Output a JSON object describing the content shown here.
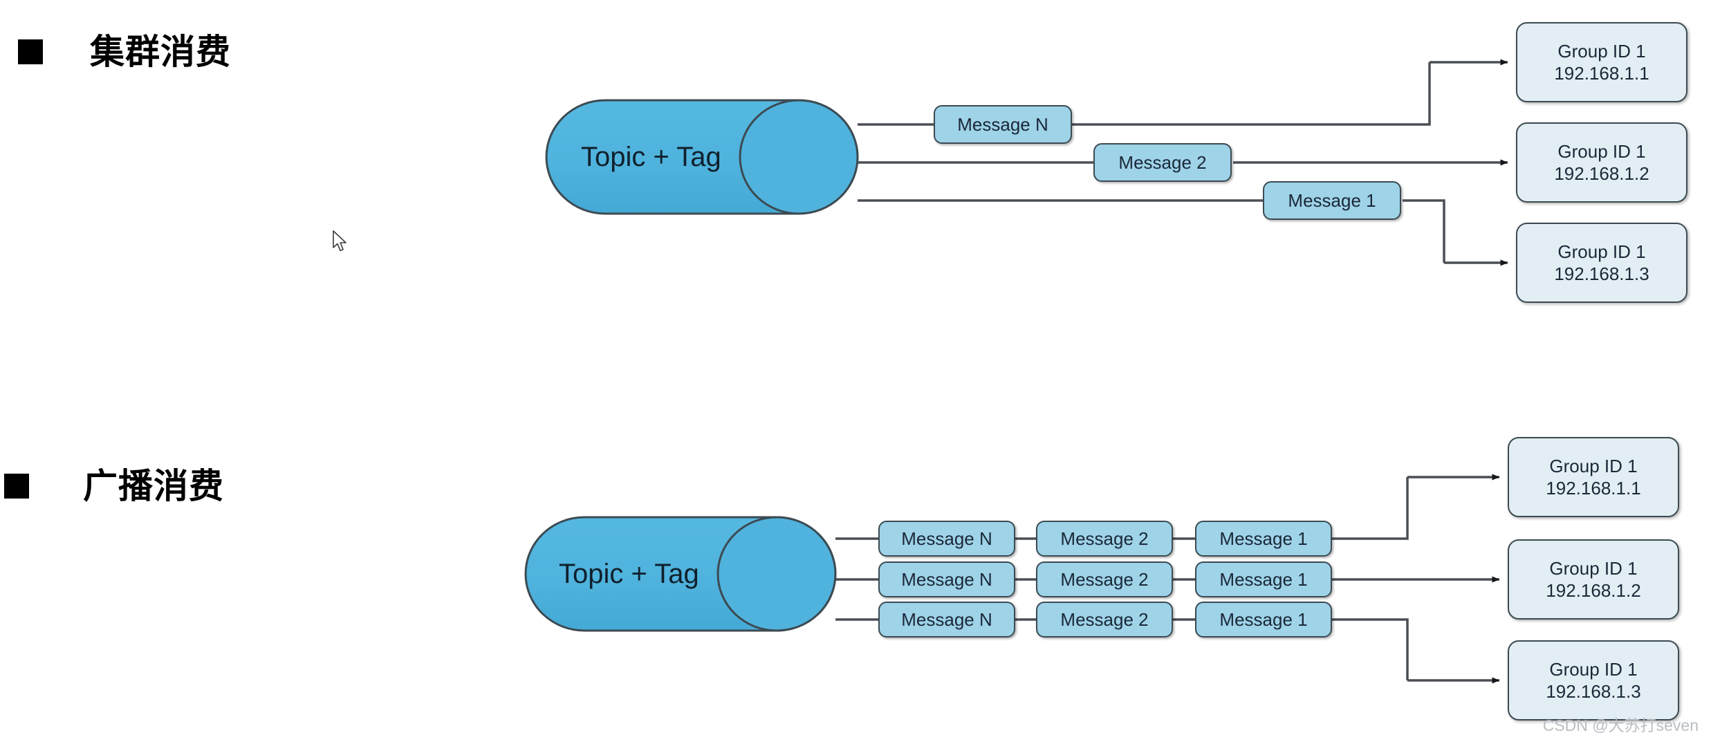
{
  "page": {
    "background": "#ffffff",
    "watermark": "CSDN @大苏打seven"
  },
  "palette": {
    "cylinder_fill": "#4FB3DD",
    "cylinder_stroke": "#3c4a52",
    "message_fill": "#9ED3E8",
    "message_stroke": "#3c4a52",
    "group_fill": "#E2EEF3",
    "group_stroke": "#3c4a52",
    "connector": "#4a4f55",
    "heading_color": "#000000",
    "watermark_color": "#b9bec4"
  },
  "sections": [
    {
      "id": "cluster",
      "bullet": "square-bullet",
      "heading": "集群消费",
      "source": {
        "label": "Topic + Tag",
        "shape": "cylinder"
      },
      "messages": [
        {
          "label": "Message N",
          "lane": 1
        },
        {
          "label": "Message 2",
          "lane": 2
        },
        {
          "label": "Message 1",
          "lane": 3
        }
      ],
      "consumers": [
        {
          "title": "Group ID 1",
          "address": "192.168.1.1"
        },
        {
          "title": "Group ID 1",
          "address": "192.168.1.2"
        },
        {
          "title": "Group ID 1",
          "address": "192.168.1.3"
        }
      ]
    },
    {
      "id": "broadcast",
      "bullet": "square-bullet",
      "heading": "广播消费",
      "source": {
        "label": "Topic + Tag",
        "shape": "cylinder"
      },
      "message_rows": [
        {
          "lane": 1,
          "labels": [
            "Message N",
            "Message 2",
            "Message 1"
          ]
        },
        {
          "lane": 2,
          "labels": [
            "Message N",
            "Message 2",
            "Message 1"
          ]
        },
        {
          "lane": 3,
          "labels": [
            "Message N",
            "Message 2",
            "Message 1"
          ]
        }
      ],
      "consumers": [
        {
          "title": "Group ID 1",
          "address": "192.168.1.1"
        },
        {
          "title": "Group ID 1",
          "address": "192.168.1.2"
        },
        {
          "title": "Group ID 1",
          "address": "192.168.1.3"
        }
      ]
    }
  ]
}
